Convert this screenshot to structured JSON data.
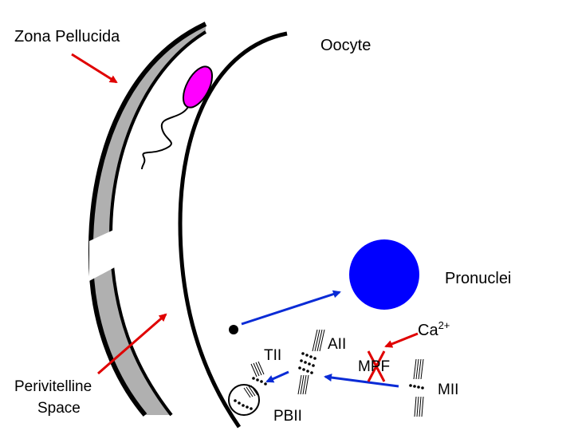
{
  "labels": {
    "zona": "Zona Pellucida",
    "oocyte": "Oocyte",
    "pronuclei": "Pronuclei",
    "perivitelline_line1": "Perivitelline",
    "perivitelline_line2": "Space",
    "ca": "Ca",
    "ca_sup": "2+",
    "tii": "TII",
    "aii": "AII",
    "mpf": "MPF",
    "mii": "MII",
    "pbii": "PBII"
  },
  "colors": {
    "zona_fill": "#b0b0b0",
    "outline": "#000000",
    "sperm_head": "#ff00ff",
    "pronucleus": "#0000ff",
    "arrow_red": "#e00000",
    "arrow_blue": "#0a2bd6",
    "x_mark": "#e00000"
  }
}
